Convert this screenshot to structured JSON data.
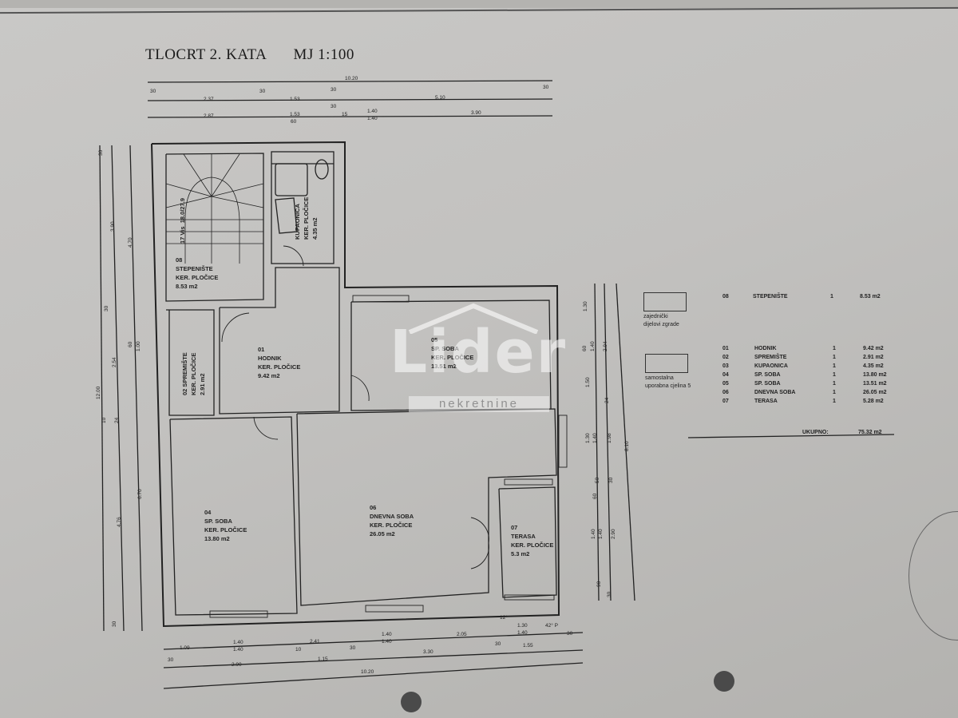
{
  "title": {
    "plan": "TLOCRT 2. KATA",
    "scale": "MJ 1:100"
  },
  "dimensions": {
    "top": {
      "overall": "10.20",
      "row1": [
        "30",
        "2.37",
        "30",
        "1.53",
        "30",
        "5.10",
        "30"
      ],
      "row2": [
        "2.87",
        "1.53",
        "60",
        "30",
        "15",
        "1.40",
        "1.40",
        "3.90"
      ]
    },
    "bottom": {
      "row1": [
        "1.09",
        "1.40",
        "1.40",
        "2.41",
        "1.40",
        "1.40",
        "2.05",
        "12°",
        "1.30",
        "1.40",
        "42° P"
      ],
      "row2": [
        "30",
        "2.90",
        "10",
        "1.15",
        "30",
        "3.30",
        "30",
        "1.55",
        "30"
      ],
      "overall": "10.20"
    },
    "left": {
      "overall": "12.00",
      "col1": [
        "30",
        "3.90",
        "30",
        "2.54",
        "24",
        "4.76",
        "30"
      ],
      "col2": [
        "4.70",
        "1.00",
        "6.70"
      ],
      "misc": [
        "10",
        "60"
      ]
    },
    "right": {
      "col1": [
        "1.30",
        "60",
        "1.40",
        "1.50",
        "1.30",
        "1.40",
        "50",
        "60",
        "1.40",
        "1.40",
        "90",
        "30"
      ],
      "col2": [
        "2.94",
        "24",
        "1.98",
        "30",
        "2.90"
      ],
      "overall": "8.10"
    }
  },
  "rooms": [
    {
      "id": "08",
      "name": "STEPENIŠTE",
      "finish": "KER. PLOČICE",
      "area": "8.53 m2",
      "stair_note_1": "17 Vis",
      "stair_note_2": "18.0/27.9"
    },
    {
      "id": "03",
      "name": "KUPAONICA",
      "finish": "KER. PLOČICE",
      "area": "4.35 m2"
    },
    {
      "id": "02",
      "name": "SPREMIŠTE",
      "finish": "KER. PLOČICE",
      "area": "2.91 m2"
    },
    {
      "id": "01",
      "name": "HODNIK",
      "finish": "KER. PLOČICE",
      "area": "9.42 m2"
    },
    {
      "id": "05",
      "name": "SP. SOBA",
      "finish": "KER. PLOČICE",
      "area": "13.51 m2"
    },
    {
      "id": "04",
      "name": "SP. SOBA",
      "finish": "KER. PLOČICE",
      "area": "13.80 m2"
    },
    {
      "id": "06",
      "name": "DNEVNA SOBA",
      "finish": "KER. PLOČICE",
      "area": "26.05 m2"
    },
    {
      "id": "07",
      "name": "TERASA",
      "finish": "KER. PLOČICE",
      "area": "5.3 m2"
    }
  ],
  "legend": {
    "common": {
      "caption_1": "zajednički",
      "caption_2": "dijelovi zgrade"
    },
    "unit": {
      "caption_1": "samostalna",
      "caption_2": "uporabna cjelina 5"
    }
  },
  "area_table": {
    "common_rows": [
      {
        "id": "08",
        "name": "STEPENIŠTE",
        "count": "1",
        "area": "8.53 m2"
      }
    ],
    "unit_rows": [
      {
        "id": "01",
        "name": "HODNIK",
        "count": "1",
        "area": "9.42 m2"
      },
      {
        "id": "02",
        "name": "SPREMIŠTE",
        "count": "1",
        "area": "2.91 m2"
      },
      {
        "id": "03",
        "name": "KUPAONICA",
        "count": "1",
        "area": "4.35 m2"
      },
      {
        "id": "04",
        "name": "SP. SOBA",
        "count": "1",
        "area": "13.80 m2"
      },
      {
        "id": "05",
        "name": "SP. SOBA",
        "count": "1",
        "area": "13.51 m2"
      },
      {
        "id": "06",
        "name": "DNEVNA SOBA",
        "count": "1",
        "area": "26.05 m2"
      },
      {
        "id": "07",
        "name": "TERASA",
        "count": "1",
        "area": "5.28 m2"
      }
    ],
    "total_label": "UKUPNO:",
    "total_value": "75.32 m2"
  },
  "watermark": {
    "brand": "Lider",
    "sub": "nekretnine"
  },
  "colors": {
    "paper": "#c6c5c3",
    "ink": "#1a1a1a",
    "watermark": "#ffffff"
  }
}
